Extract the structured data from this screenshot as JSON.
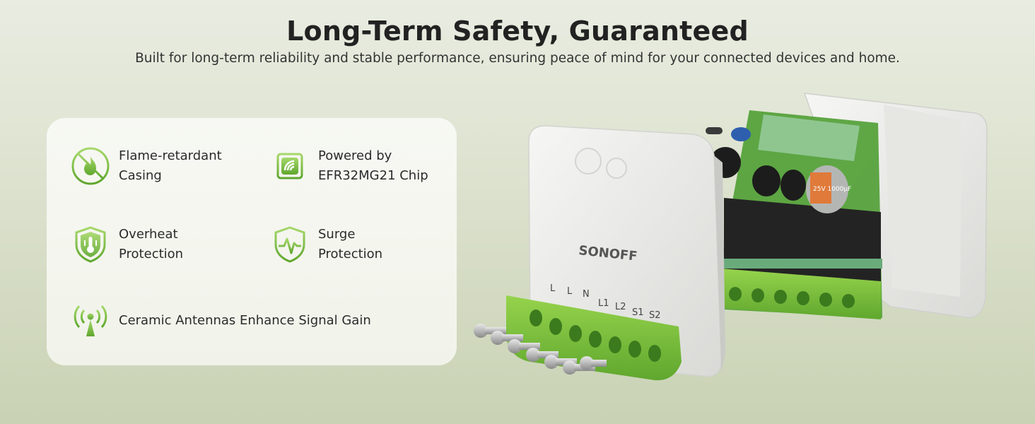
{
  "header": {
    "title": "Long-Term Safety, Guaranteed",
    "subtitle": "Built for long-term reliability and stable performance, ensuring peace of mind for your connected devices and home."
  },
  "features": [
    {
      "label": "Flame-retardant\nCasing",
      "icon": "flame-icon"
    },
    {
      "label": "Powered by\nEFR32MG21 Chip",
      "icon": "chip-icon"
    },
    {
      "label": "Overheat\nProtection",
      "icon": "thermometer-shield-icon"
    },
    {
      "label": "Surge\nProtection",
      "icon": "surge-shield-icon"
    },
    {
      "label": "Ceramic Antennas Enhance Signal Gain",
      "icon": "antenna-icon"
    }
  ],
  "device": {
    "brand": "SONOFF",
    "terminal_labels": [
      "L",
      "L",
      "N",
      "L1",
      "L2",
      "S1",
      "S2"
    ],
    "capacitor_text": "25V 1000μF"
  },
  "colors": {
    "accent_green": "#7cc242",
    "icon_green": "#6fb33a"
  }
}
